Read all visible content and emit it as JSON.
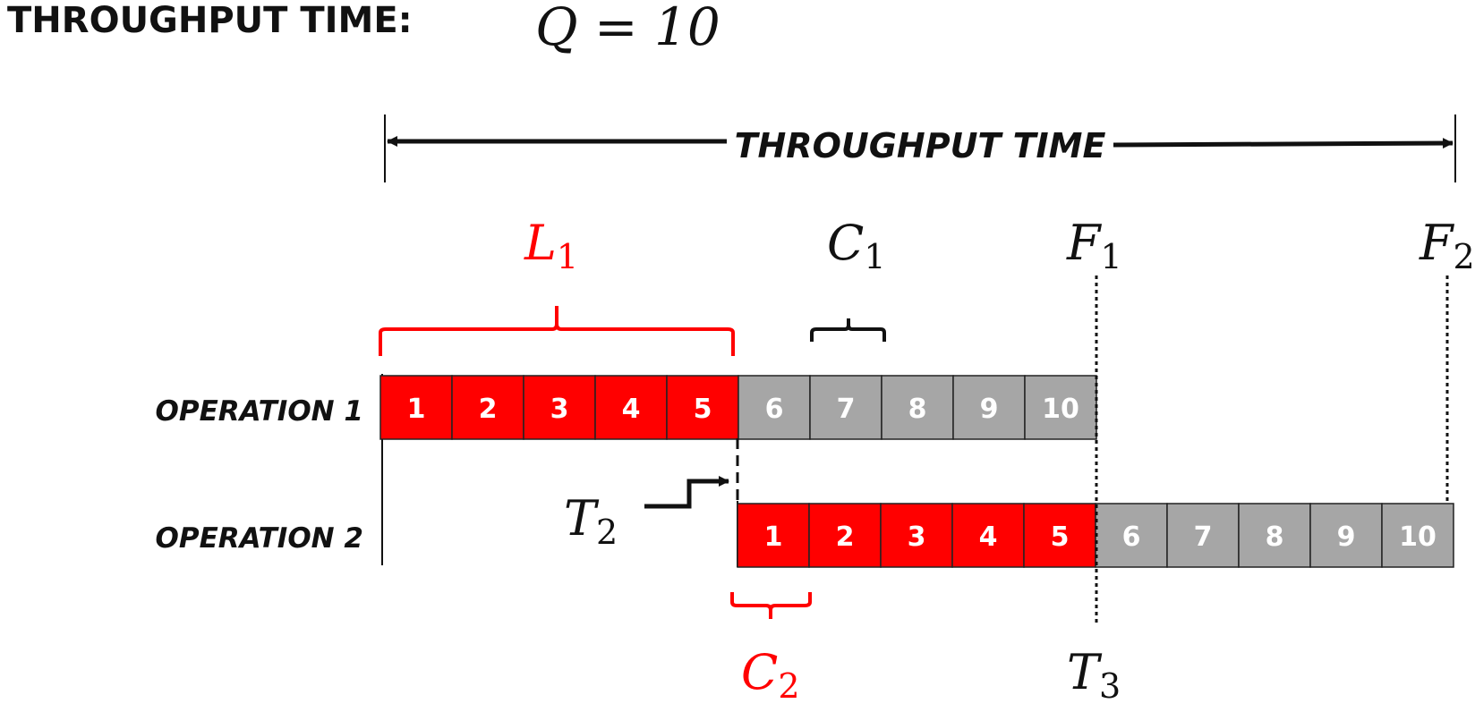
{
  "header": {
    "title": "THROUGHPUT TIME:",
    "formula": "Q = 10"
  },
  "throughput_span": {
    "label": "THROUGHPUT TIME"
  },
  "operations": [
    {
      "label": "OPERATION 1",
      "cells": [
        {
          "text": "1",
          "state": "active"
        },
        {
          "text": "2",
          "state": "active"
        },
        {
          "text": "3",
          "state": "active"
        },
        {
          "text": "4",
          "state": "active"
        },
        {
          "text": "5",
          "state": "active"
        },
        {
          "text": "6",
          "state": "pending"
        },
        {
          "text": "7",
          "state": "pending"
        },
        {
          "text": "8",
          "state": "pending"
        },
        {
          "text": "9",
          "state": "pending"
        },
        {
          "text": "10",
          "state": "pending"
        }
      ]
    },
    {
      "label": "OPERATION 2",
      "cells": [
        {
          "text": "1",
          "state": "active"
        },
        {
          "text": "2",
          "state": "active"
        },
        {
          "text": "3",
          "state": "active"
        },
        {
          "text": "4",
          "state": "active"
        },
        {
          "text": "5",
          "state": "active"
        },
        {
          "text": "6",
          "state": "pending"
        },
        {
          "text": "7",
          "state": "pending"
        },
        {
          "text": "8",
          "state": "pending"
        },
        {
          "text": "9",
          "state": "pending"
        },
        {
          "text": "10",
          "state": "pending"
        }
      ]
    }
  ],
  "symbols": {
    "L1": {
      "base": "L",
      "sub": "1"
    },
    "C1": {
      "base": "C",
      "sub": "1"
    },
    "F1": {
      "base": "F",
      "sub": "1"
    },
    "F2": {
      "base": "F",
      "sub": "2"
    },
    "T2": {
      "base": "T",
      "sub": "2"
    },
    "C2": {
      "base": "C",
      "sub": "2"
    },
    "T3": {
      "base": "T",
      "sub": "3"
    }
  },
  "colors": {
    "active": "#ff0000",
    "pending": "#a6a6a6",
    "ink": "#111111",
    "accent": "#ff0000"
  }
}
